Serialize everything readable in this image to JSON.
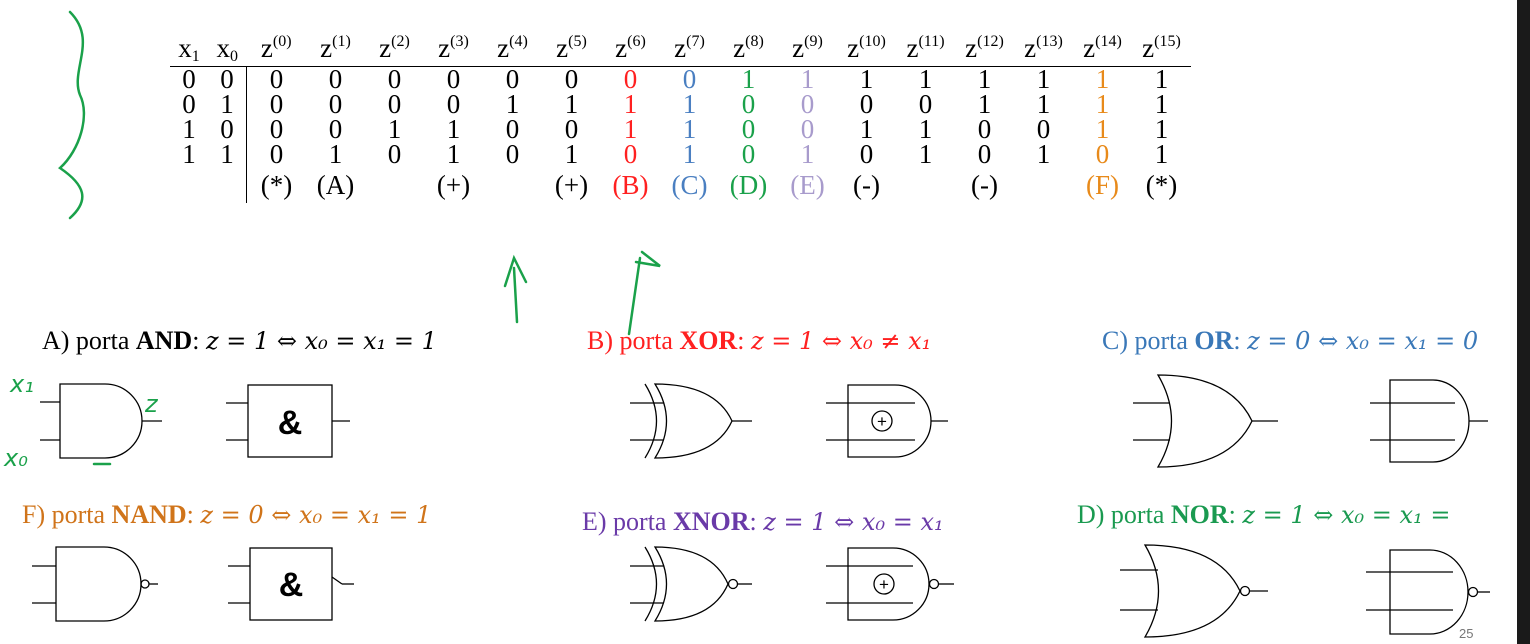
{
  "table": {
    "input_headers": [
      {
        "base": "x",
        "sub": "1"
      },
      {
        "base": "x",
        "sub": "0"
      }
    ],
    "output_headers": [
      {
        "base": "z",
        "sup": "(0)"
      },
      {
        "base": "z",
        "sup": "(1)"
      },
      {
        "base": "z",
        "sup": "(2)"
      },
      {
        "base": "z",
        "sup": "(3)"
      },
      {
        "base": "z",
        "sup": "(4)"
      },
      {
        "base": "z",
        "sup": "(5)"
      },
      {
        "base": "z",
        "sup": "(6)"
      },
      {
        "base": "z",
        "sup": "(7)"
      },
      {
        "base": "z",
        "sup": "(8)"
      },
      {
        "base": "z",
        "sup": "(9)"
      },
      {
        "base": "z",
        "sup": "(10)"
      },
      {
        "base": "z",
        "sup": "(11)"
      },
      {
        "base": "z",
        "sup": "(12)"
      },
      {
        "base": "z",
        "sup": "(13)"
      },
      {
        "base": "z",
        "sup": "(14)"
      },
      {
        "base": "z",
        "sup": "(15)"
      }
    ],
    "rows": [
      {
        "inputs": [
          "0",
          "0"
        ],
        "outputs": [
          "0",
          "0",
          "0",
          "0",
          "0",
          "0",
          "0",
          "0",
          "1",
          "1",
          "1",
          "1",
          "1",
          "1",
          "1",
          "1"
        ]
      },
      {
        "inputs": [
          "0",
          "1"
        ],
        "outputs": [
          "0",
          "0",
          "0",
          "0",
          "1",
          "1",
          "1",
          "1",
          "0",
          "0",
          "0",
          "0",
          "1",
          "1",
          "1",
          "1"
        ]
      },
      {
        "inputs": [
          "1",
          "0"
        ],
        "outputs": [
          "0",
          "0",
          "1",
          "1",
          "0",
          "0",
          "1",
          "1",
          "0",
          "0",
          "1",
          "1",
          "0",
          "0",
          "1",
          "1"
        ]
      },
      {
        "inputs": [
          "1",
          "1"
        ],
        "outputs": [
          "0",
          "1",
          "0",
          "1",
          "0",
          "1",
          "0",
          "1",
          "0",
          "1",
          "0",
          "1",
          "0",
          "1",
          "0",
          "1"
        ]
      }
    ],
    "column_labels": [
      "(*)",
      "(A)",
      "",
      "(+)",
      "",
      "(+)",
      "(B)",
      "(C)",
      "(D)",
      "(E)",
      "(-)",
      "",
      "(-)",
      "",
      "(F)",
      "(*)"
    ],
    "column_colors": [
      "#000000",
      "#000000",
      "#000000",
      "#000000",
      "#000000",
      "#000000",
      "#ff2020",
      "#4a7fc1",
      "#1aa14a",
      "#a89bcc",
      "#000000",
      "#000000",
      "#000000",
      "#000000",
      "#e88a1a",
      "#000000"
    ]
  },
  "gates": [
    {
      "id": "and",
      "prefix": "A) porta ",
      "name": "AND",
      "suffix": ": ",
      "formula": "z = 1 ⇔ x₀ = x₁ = 1",
      "color": "#000000",
      "symbol_text": "&"
    },
    {
      "id": "xor",
      "prefix": "B) porta ",
      "name": "XOR",
      "suffix": ": ",
      "formula": "z = 1 ⇔ x₀ ≠ x₁",
      "color": "#ff2020",
      "symbol_text": "+"
    },
    {
      "id": "or",
      "prefix": "C) porta ",
      "name": "OR",
      "suffix": ": ",
      "formula": "z = 0 ⇔ x₀ = x₁ = 0",
      "color": "#3a78b8",
      "symbol_text": ""
    },
    {
      "id": "nand",
      "prefix": "F) porta ",
      "name": "NAND",
      "suffix": ": ",
      "formula": "z = 0 ⇔ x₀ = x₁ = 1",
      "color": "#d0741a",
      "symbol_text": "&"
    },
    {
      "id": "xnor",
      "prefix": "E) porta ",
      "name": "XNOR",
      "suffix": ": ",
      "formula": "z = 1 ⇔ x₀ = x₁",
      "color": "#6a3aa8",
      "symbol_text": "+"
    },
    {
      "id": "nor",
      "prefix": "D) porta ",
      "name": "NOR",
      "suffix": ": ",
      "formula": "z = 1 ⇔ x₀ = x₁ =",
      "color": "#1a9a50",
      "symbol_text": ""
    }
  ],
  "annotations": {
    "ink_color": "#1aa14a",
    "and_labels": [
      "x₁",
      "x₀",
      "z"
    ]
  },
  "page_number": "25"
}
